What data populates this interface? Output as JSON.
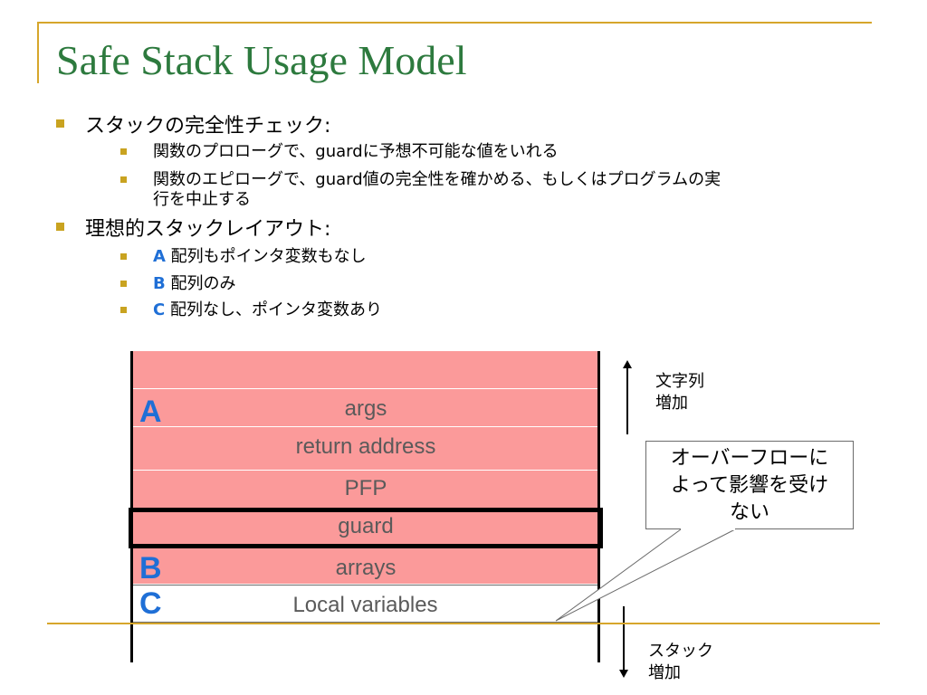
{
  "title": "Safe Stack Usage Model",
  "bullets": {
    "b1": "スタックの完全性チェック:",
    "b1_sub1": "関数のプロローグで、guardに予想不可能な値をいれる",
    "b1_sub2_line1": "関数のエピローグで、guard値の完全性を確かめる、もしくはプログラムの実",
    "b1_sub2_line2": "行を中止する",
    "b2": "理想的スタックレイアウト:",
    "b2_sub1_label": "A",
    "b2_sub1_text": " 配列もポインタ変数もなし",
    "b2_sub2_label": "B",
    "b2_sub2_text": " 配列のみ",
    "b2_sub3_label": "C",
    "b2_sub3_text": " 配列なし、ポインタ変数あり"
  },
  "stack": {
    "cells": [
      "args",
      "return address",
      "PFP",
      "guard",
      "arrays",
      "Local variables"
    ],
    "letters": [
      "A",
      "B",
      "C"
    ]
  },
  "notes": {
    "string_growth_line1": "文字列",
    "string_growth_line2": "増加",
    "stack_growth_line1": "スタック",
    "stack_growth_line2": "増加"
  },
  "callout": {
    "line1": "オーバーフローに",
    "line2": "よって影響を受け",
    "line3": "ない"
  },
  "colors": {
    "title": "#2d7a3e",
    "accent_line": "#d6a62b",
    "bullet": "#c9a320",
    "stack_fill": "#fb9a9a",
    "letter_blue": "#1f6fd6"
  }
}
